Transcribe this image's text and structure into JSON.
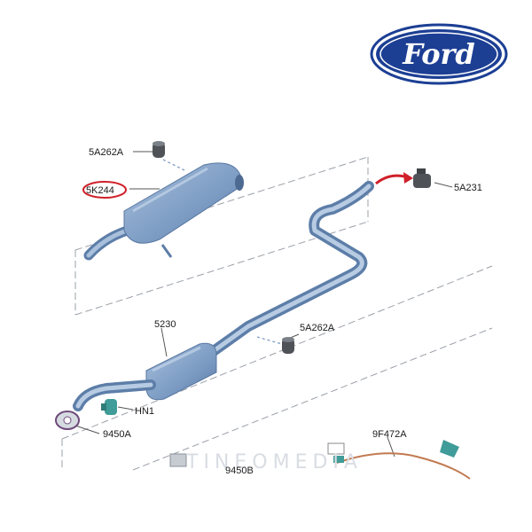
{
  "brand": {
    "logo_text": "Ford",
    "oval_color": "#1c3f94"
  },
  "highlight_color": "#d0202a",
  "part_color": "#7f9ec4",
  "labels": {
    "p5A262A_top": "5A262A",
    "p5K244": "5K244",
    "p5A231": "5A231",
    "p5230": "5230",
    "p5A262A_mid": "5A262A",
    "pHN1": "HN1",
    "p9450A": "9450A",
    "p9F472A": "9F472A",
    "p9450B": "9450B"
  },
  "watermark": "TINEOMEDIA"
}
